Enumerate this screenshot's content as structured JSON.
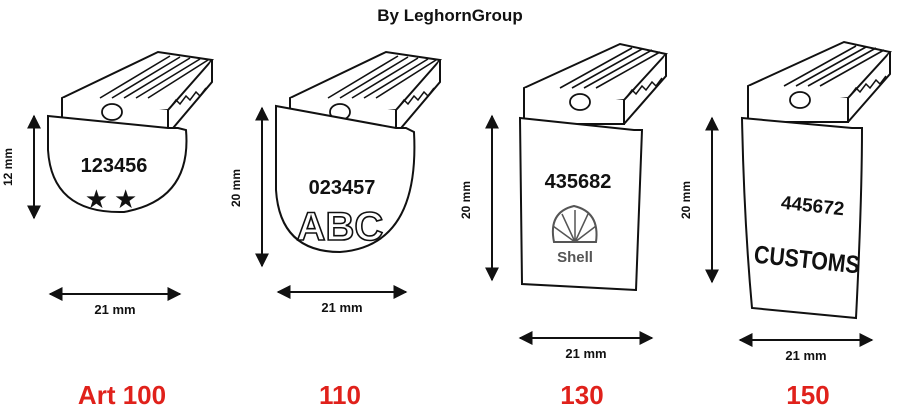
{
  "header": {
    "title": "By LeghornGroup"
  },
  "seals": [
    {
      "article": "Art 100",
      "serial": "123456",
      "mark": "★★",
      "height_label": "12 mm",
      "width_label": "21 mm"
    },
    {
      "article": "110",
      "serial": "023457",
      "mark": "ABC",
      "height_label": "20 mm",
      "width_label": "21 mm"
    },
    {
      "article": "130",
      "serial": "435682",
      "mark": "Shell",
      "height_label": "20 mm",
      "width_label": "21 mm"
    },
    {
      "article": "150",
      "serial": "445672",
      "mark": "CUSTOMS",
      "height_label": "20 mm",
      "width_label": "21 mm"
    }
  ],
  "colors": {
    "article_label": "#e0211b",
    "line": "#111111",
    "fill": "#ffffff"
  },
  "icons": [
    "star-icon",
    "shell-logo"
  ]
}
